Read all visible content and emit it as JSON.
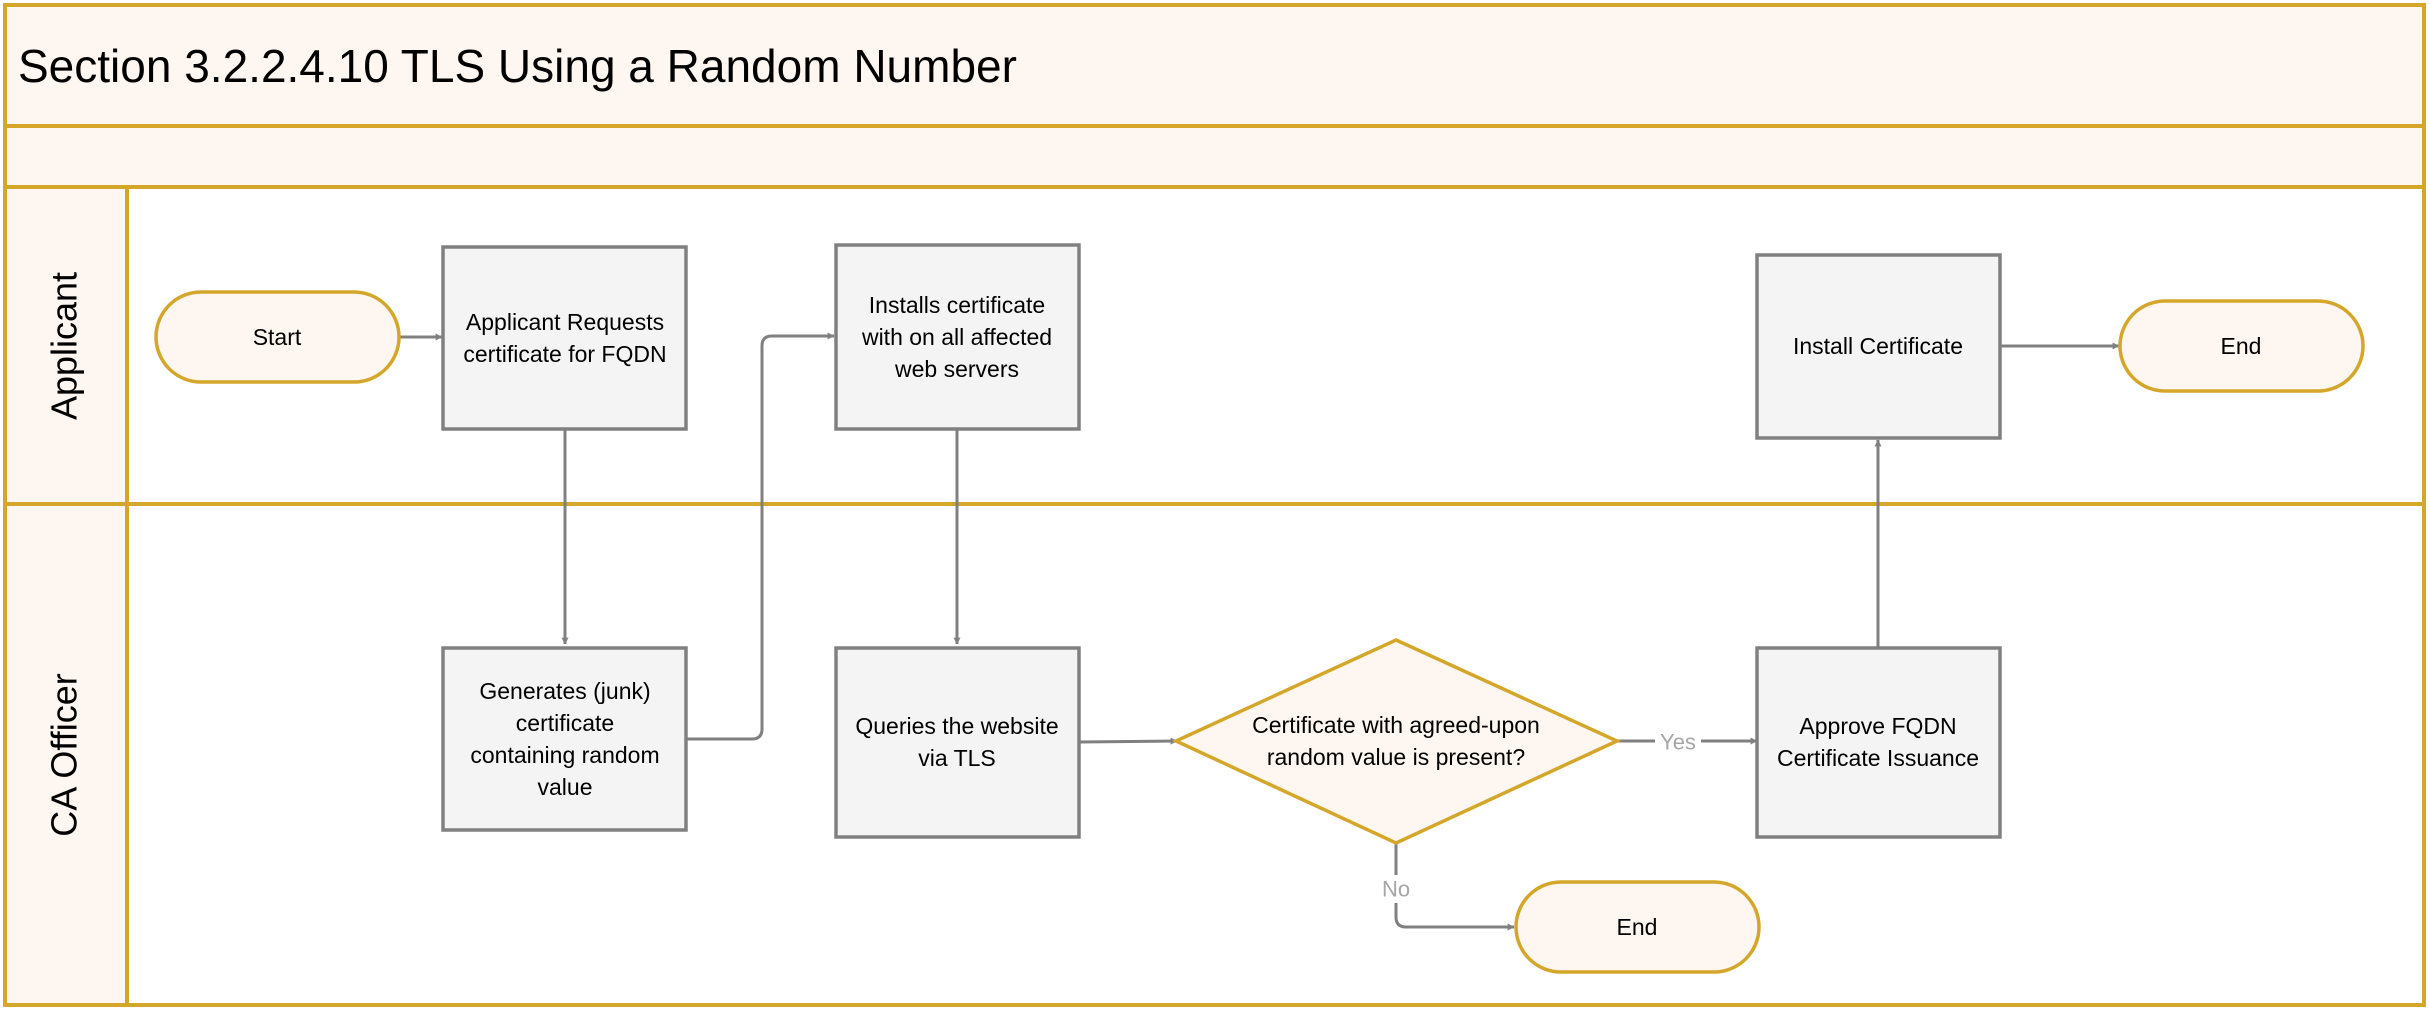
{
  "title": "Section 3.2.2.4.10 TLS Using a Random Number",
  "lanes": {
    "applicant": "Applicant",
    "ca_officer": "CA Officer"
  },
  "nodes": {
    "start": [
      "Start"
    ],
    "request": [
      "Applicant Requests",
      "certificate for FQDN"
    ],
    "installs": [
      "Installs certificate",
      "with on all affected",
      "web servers"
    ],
    "install_cert": [
      "Install Certificate"
    ],
    "end_top": [
      "End"
    ],
    "generates": [
      "Generates (junk)",
      "certificate",
      "containing random",
      "value"
    ],
    "queries": [
      "Queries the website",
      "via TLS"
    ],
    "decision": [
      "Certificate with agreed-upon",
      "random value is present?"
    ],
    "approve": [
      "Approve FQDN",
      "Certificate Issuance"
    ],
    "end_bottom": [
      "End"
    ]
  },
  "connector_labels": {
    "yes": "Yes",
    "no": "No"
  },
  "colors": {
    "frame": "#d4a62a",
    "lane_fill": "#fef7f1",
    "process_fill": "#f4f4f4",
    "process_stroke": "#808080",
    "connector": "#808080",
    "connector_label": "#a6a6a6"
  }
}
